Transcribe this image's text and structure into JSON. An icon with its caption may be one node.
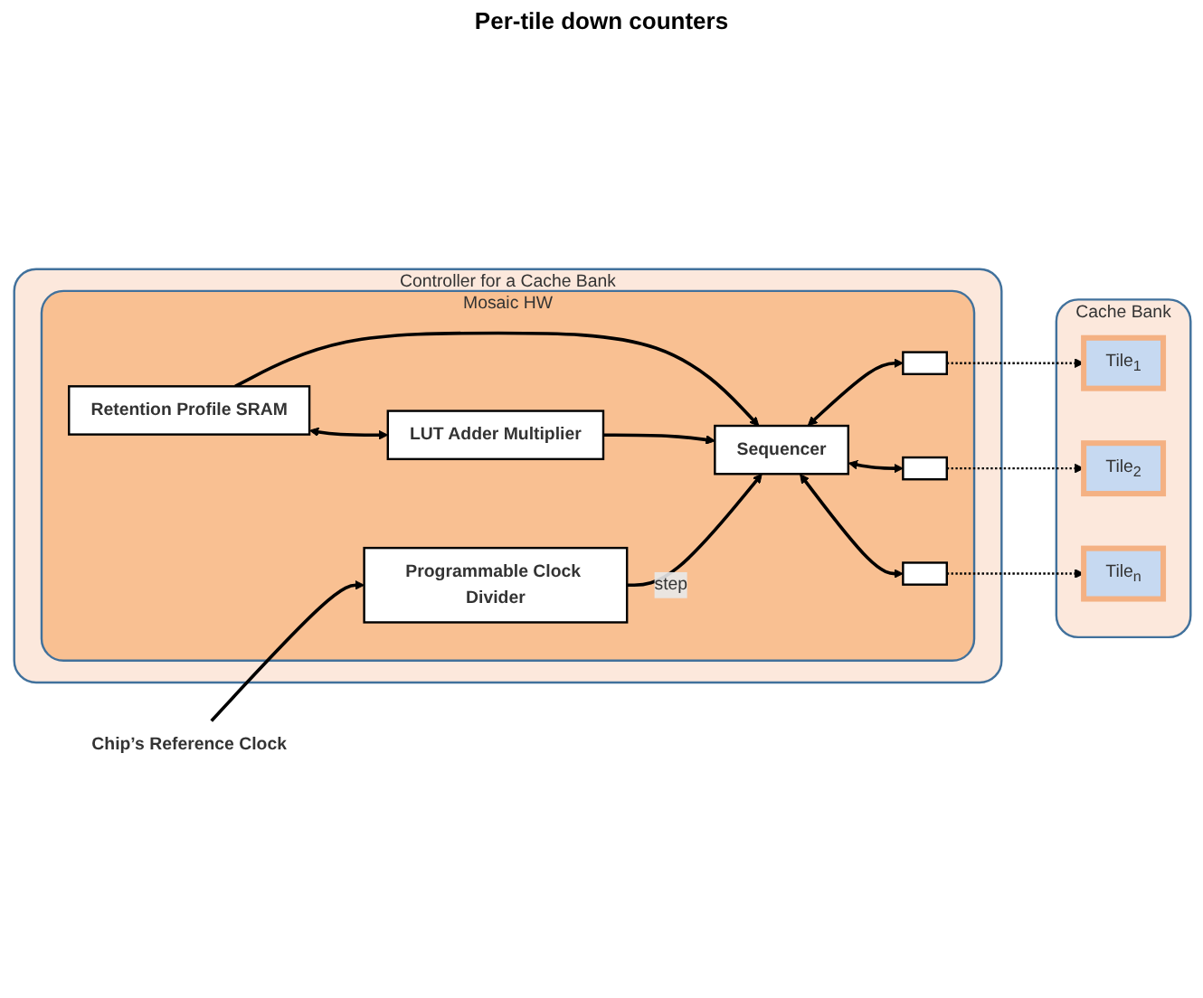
{
  "diagram": {
    "nodes": [
      {
        "text": [
          "Controller for a Cache Bank"
        ]
      },
      {
        "text": [
          "Mosaic HW"
        ],
        "in": 0
      },
      {
        "text": [
          "Retention Profile SRAM"
        ],
        "in": 1
      },
      {
        "text": [
          "LUT Adder Multiplier"
        ],
        "in": 1
      },
      {
        "text": [
          "Sequencer"
        ],
        "in": 1
      },
      {
        "text": [
          "Programmable Clock Divider"
        ],
        "in": 1
      },
      {
        "text": [],
        "shape": "bar",
        "in": 1
      },
      {
        "text": [],
        "shape": "bar",
        "in": 1
      },
      {
        "text": [],
        "shape": "bar",
        "in": 1
      },
      {
        "text": [
          "Chip’s Reference Clock"
        ]
      },
      {
        "text": [
          "Cache Bank"
        ]
      },
      {
        "text": [
          "Tile$_{1}$"
        ],
        "in": 10
      },
      {
        "text": [
          "Tile$_{2}$"
        ],
        "in": 10
      },
      {
        "text": [
          "Tile$_{n}$"
        ],
        "in": 10
      }
    ],
    "edges": [
      {
        "from": 2,
        "to": 3,
        "arrow": "both"
      },
      {
        "from": 2,
        "to": 4,
        "arrow": "to"
      },
      {
        "from": 3,
        "to": 4,
        "arrow": "to"
      },
      {
        "from": 5,
        "to": 4,
        "arrow": "to",
        "label": "step"
      },
      {
        "from": 9,
        "to": 5,
        "arrow": "to"
      },
      {
        "from": 4,
        "to": 6,
        "arrow": "both"
      },
      {
        "from": 4,
        "to": 7,
        "arrow": "both"
      },
      {
        "from": 4,
        "to": 8,
        "arrow": "both"
      },
      {
        "from": 6,
        "to": 11,
        "arrow": "to",
        "style": "dashed"
      },
      {
        "from": 7,
        "to": 12,
        "arrow": "to",
        "style": "dashed"
      },
      {
        "from": 8,
        "to": 13,
        "arrow": "to",
        "style": "dashed"
      }
    ],
    "labels": [
      "Per-tile down counters"
    ]
  }
}
